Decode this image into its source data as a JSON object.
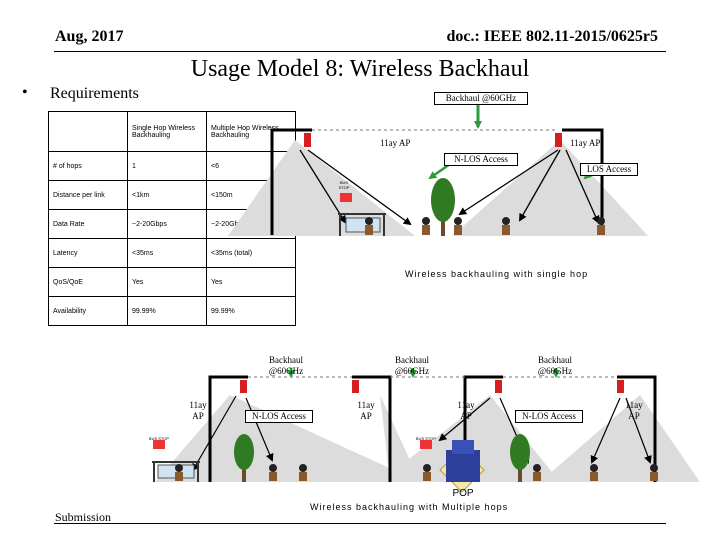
{
  "header": {
    "date": "Aug, 2017",
    "doc_id": "doc.: IEEE 802.11-2015/0625r5"
  },
  "slide": {
    "title": "Usage Model 8: Wireless Backhaul",
    "bullet": "•",
    "requirements_label": "Requirements"
  },
  "table": {
    "header": [
      "",
      "Single Hop Wireless Backhauling",
      "Multiple Hop Wireless Backhauling"
    ],
    "rows": [
      [
        "# of hops",
        "1",
        "<6"
      ],
      [
        "Distance per link",
        "<1km",
        "<150m"
      ],
      [
        "Data Rate",
        "~2-20Gbps",
        "~2-20Gbps"
      ],
      [
        "Latency",
        "<35ms",
        "<35ms (total)"
      ],
      [
        "QoS/QoE",
        "Yes",
        "Yes"
      ],
      [
        "Availability",
        "99.99%",
        "99.99%"
      ]
    ]
  },
  "top_diagram": {
    "backhaul_label": "Backhaul @60GHz",
    "ap_left": "11ay AP",
    "ap_right": "11ay AP",
    "nlos_label": "N-LOS Access",
    "los_label": "LOS Access",
    "bus_stop": "BUS STOP",
    "caption": "Wireless backhauling with single hop"
  },
  "bottom_diagram": {
    "backhaul_1": "Backhaul @60GHz",
    "backhaul_2": "Backhaul @60GHz",
    "backhaul_3": "Backhaul @60GHz",
    "ap_1": "11ay AP",
    "ap_2": "11ay AP",
    "ap_3": "11ay AP",
    "ap_4": "11ay AP",
    "nlos_1": "N-LOS Access",
    "nlos_2": "N-LOS Access",
    "bus_stop_1": "BUS STOP",
    "bus_stop_2": "BUS STOP",
    "pop_label": "POP",
    "caption": "Wireless backhauling with Multiple hops"
  },
  "footer": {
    "submission": "Submission"
  },
  "colors": {
    "arrow": "#2e9a3a",
    "beam": "#c8c8c8",
    "tree": "#2f7a22",
    "building": "#2c3f9a",
    "ap_head": "#d42020"
  }
}
